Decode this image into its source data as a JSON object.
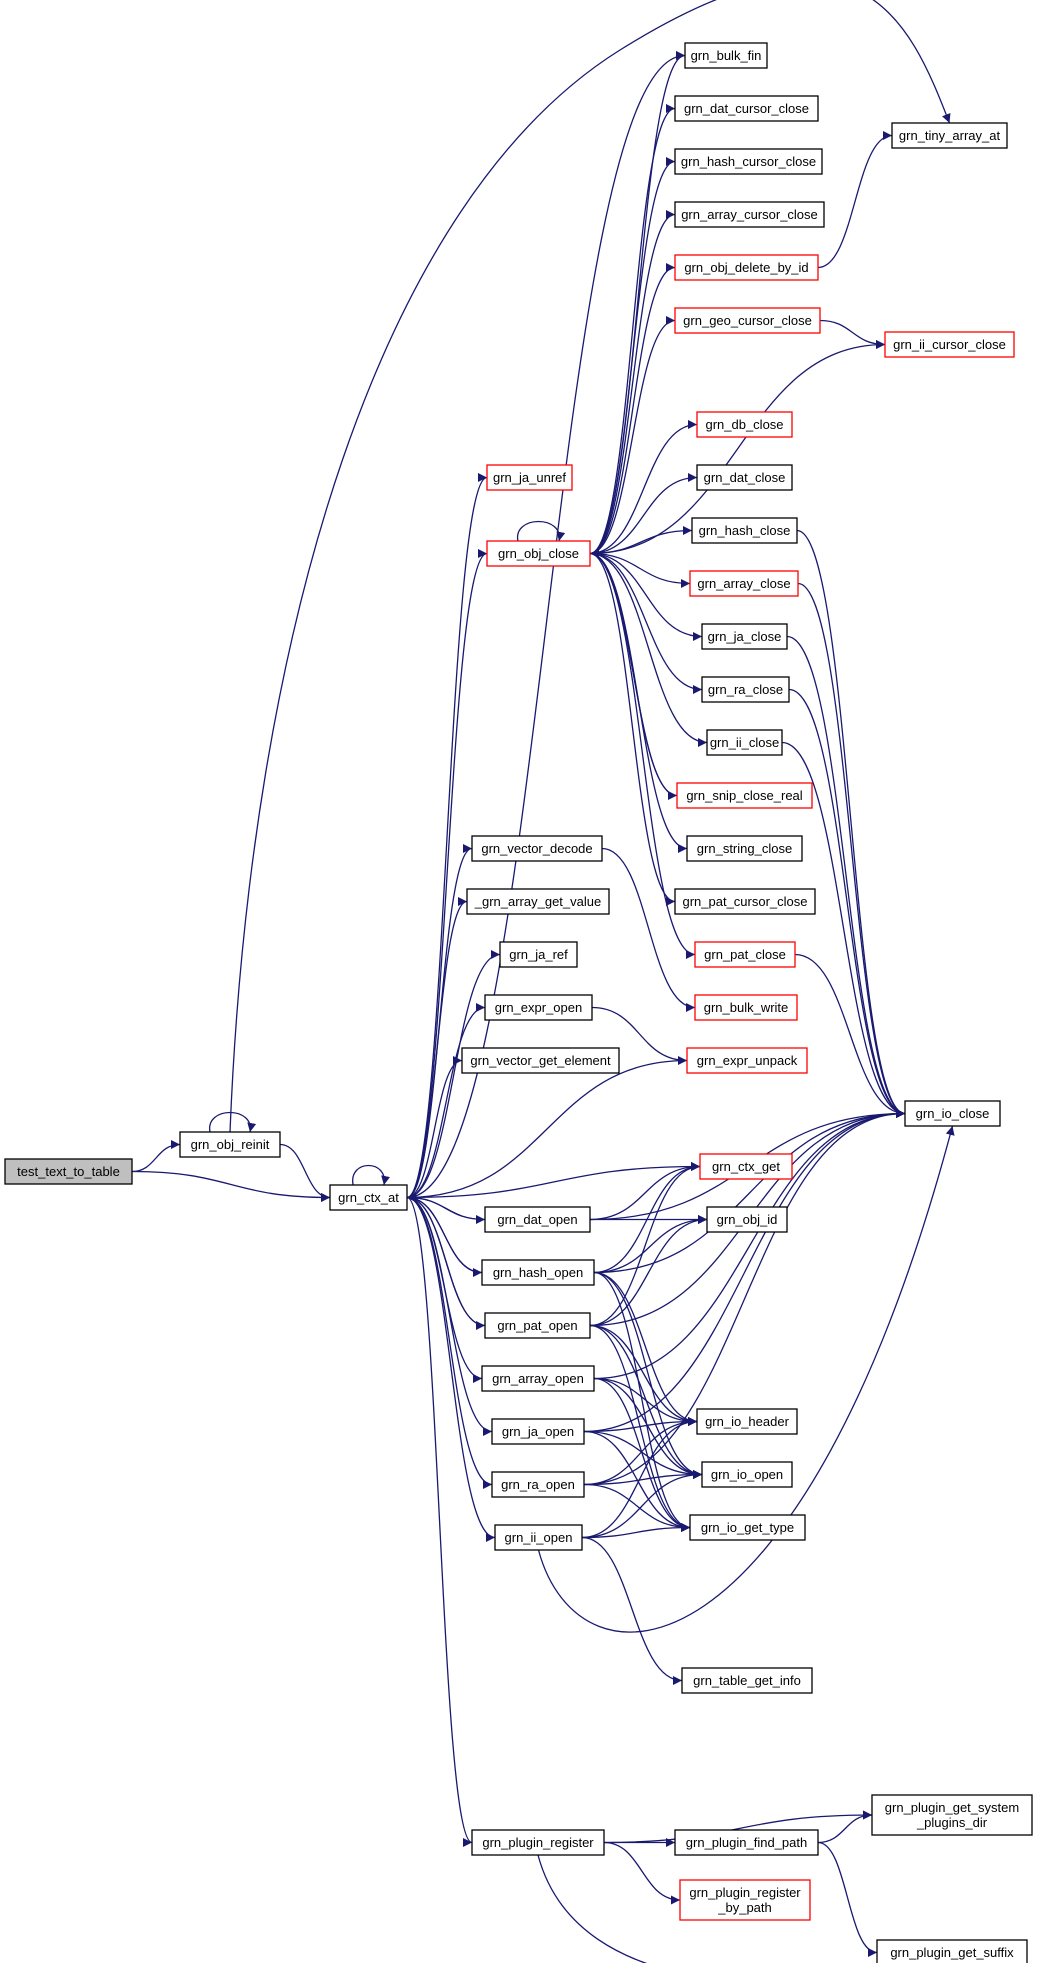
{
  "colors": {
    "edge": "#191970",
    "node_border_default": "#000000",
    "node_border_incomplete": "#ff0000",
    "node_fill_root": "#bfbfbf",
    "node_fill": "#ffffff"
  },
  "nodes": {
    "test_text_to_table": {
      "label": "test_text_to_table",
      "root": true
    },
    "grn_obj_reinit": {
      "label": "grn_obj_reinit"
    },
    "grn_ctx_at": {
      "label": "grn_ctx_at"
    },
    "grn_bulk_fin": {
      "label": "grn_bulk_fin"
    },
    "grn_dat_cursor_close": {
      "label": "grn_dat_cursor_close"
    },
    "grn_hash_cursor_close": {
      "label": "grn_hash_cursor_close"
    },
    "grn_array_cursor_close": {
      "label": "grn_array_cursor_close"
    },
    "grn_obj_delete_by_id": {
      "label": "grn_obj_delete_by_id",
      "red": true
    },
    "grn_geo_cursor_close": {
      "label": "grn_geo_cursor_close",
      "red": true
    },
    "grn_tiny_array_at": {
      "label": "grn_tiny_array_at"
    },
    "grn_ii_cursor_close": {
      "label": "grn_ii_cursor_close",
      "red": true
    },
    "grn_ja_unref": {
      "label": "grn_ja_unref",
      "red": true
    },
    "grn_db_close": {
      "label": "grn_db_close",
      "red": true
    },
    "grn_dat_close": {
      "label": "grn_dat_close"
    },
    "grn_obj_close": {
      "label": "grn_obj_close",
      "red": true
    },
    "grn_hash_close": {
      "label": "grn_hash_close"
    },
    "grn_array_close": {
      "label": "grn_array_close",
      "red": true
    },
    "grn_ja_close": {
      "label": "grn_ja_close"
    },
    "grn_ra_close": {
      "label": "grn_ra_close"
    },
    "grn_ii_close": {
      "label": "grn_ii_close"
    },
    "grn_snip_close_real": {
      "label": "grn_snip_close_real",
      "red": true
    },
    "grn_string_close": {
      "label": "grn_string_close"
    },
    "grn_vector_decode": {
      "label": "grn_vector_decode"
    },
    "_grn_array_get_value": {
      "label": "_grn_array_get_value"
    },
    "grn_pat_cursor_close": {
      "label": "grn_pat_cursor_close"
    },
    "grn_ja_ref": {
      "label": "grn_ja_ref"
    },
    "grn_pat_close": {
      "label": "grn_pat_close",
      "red": true
    },
    "grn_expr_open": {
      "label": "grn_expr_open"
    },
    "grn_bulk_write": {
      "label": "grn_bulk_write",
      "red": true
    },
    "grn_vector_get_element": {
      "label": "grn_vector_get_element"
    },
    "grn_expr_unpack": {
      "label": "grn_expr_unpack",
      "red": true
    },
    "grn_io_close": {
      "label": "grn_io_close"
    },
    "grn_ctx_get": {
      "label": "grn_ctx_get",
      "red": true
    },
    "grn_dat_open": {
      "label": "grn_dat_open"
    },
    "grn_obj_id": {
      "label": "grn_obj_id"
    },
    "grn_hash_open": {
      "label": "grn_hash_open"
    },
    "grn_pat_open": {
      "label": "grn_pat_open"
    },
    "grn_array_open": {
      "label": "grn_array_open"
    },
    "grn_io_header": {
      "label": "grn_io_header"
    },
    "grn_ja_open": {
      "label": "grn_ja_open"
    },
    "grn_io_open": {
      "label": "grn_io_open"
    },
    "grn_ra_open": {
      "label": "grn_ra_open"
    },
    "grn_io_get_type": {
      "label": "grn_io_get_type"
    },
    "grn_ii_open": {
      "label": "grn_ii_open"
    },
    "grn_table_get_info": {
      "label": "grn_table_get_info"
    },
    "grn_plugin_get_system_plugins_dir": {
      "label": "grn_plugin_get_system\n_plugins_dir"
    },
    "grn_plugin_register": {
      "label": "grn_plugin_register"
    },
    "grn_plugin_find_path": {
      "label": "grn_plugin_find_path"
    },
    "grn_plugin_register_by_path": {
      "label": "grn_plugin_register\n_by_path",
      "red": true
    },
    "grn_plugin_get_suffix": {
      "label": "grn_plugin_get_suffix"
    }
  }
}
